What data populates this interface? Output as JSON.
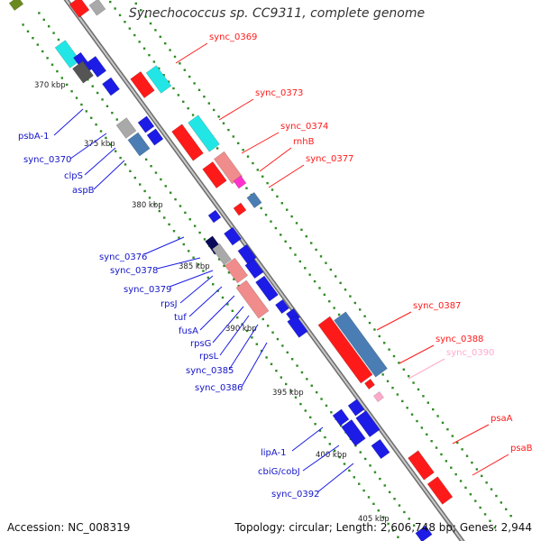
{
  "map": {
    "title": "Synechococcus sp. CC9311, complete genome",
    "accession": "Accession: NC_008319",
    "summary": "Topology: circular; Length: 2,606,748 bp; Genes: 2,944"
  },
  "colors": {
    "backbone": "#8c8c8c",
    "tick": "#2e8b22",
    "red": "#ff1a1a",
    "blue": "#1c1ce6",
    "cyan": "#22e6e6",
    "salmon": "#f08c8c",
    "steel": "#4a7db3",
    "gray": "#a9a9a9",
    "magenta": "#ff33cc",
    "pink": "#ffaacc",
    "navy": "#0a0a5a"
  },
  "kbp_labels": [
    "370 kbp",
    "375 kbp",
    "380 kbp",
    "385 kbp",
    "390 kbp",
    "395 kbp",
    "400 kbp",
    "405 kbp"
  ],
  "right_genes": [
    "sync_0369",
    "sync_0373",
    "sync_0374",
    "rnhB",
    "sync_0377",
    "sync_0387",
    "sync_0388",
    "sync_0390",
    "psaA",
    "psaB"
  ],
  "left_genes": [
    "psbA-1",
    "sync_0370",
    "clpS",
    "aspB",
    "sync_0376",
    "sync_0378",
    "sync_0379",
    "rpsJ",
    "tuf",
    "fusA",
    "rpsG",
    "rpsL",
    "sync_0385",
    "sync_0386",
    "lipA-1",
    "cbiG/cobJ",
    "sync_0392"
  ]
}
